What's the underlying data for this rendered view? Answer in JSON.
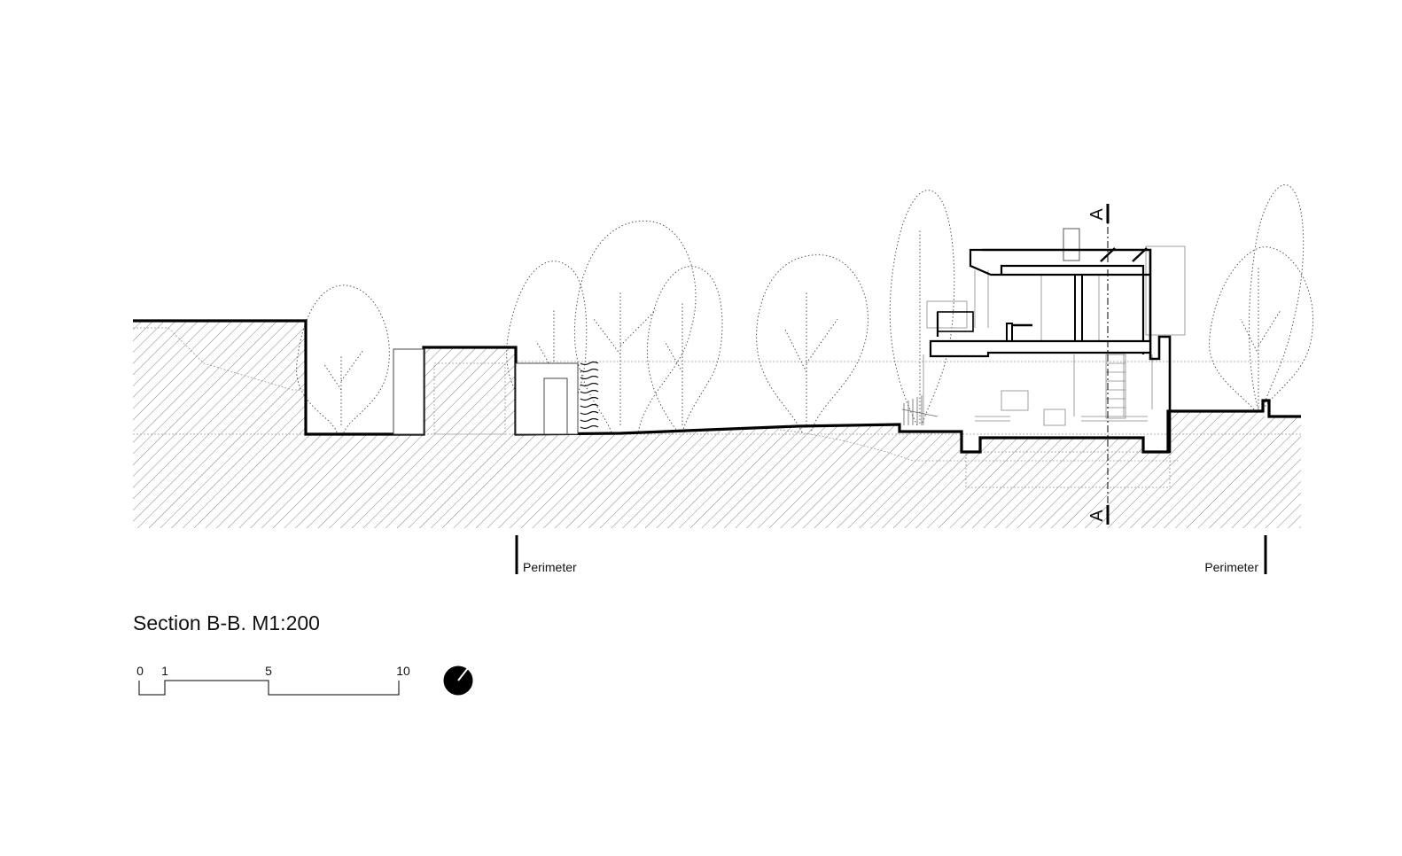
{
  "title": "Section B-B. M1:200",
  "perimeter_labels": [
    "Perimeter",
    "Perimeter"
  ],
  "section_marks": [
    "A",
    "A"
  ],
  "scale_bar": {
    "ticks": [
      "0",
      "1",
      "5",
      "10"
    ]
  },
  "north_arrow": "north-arrow-icon"
}
